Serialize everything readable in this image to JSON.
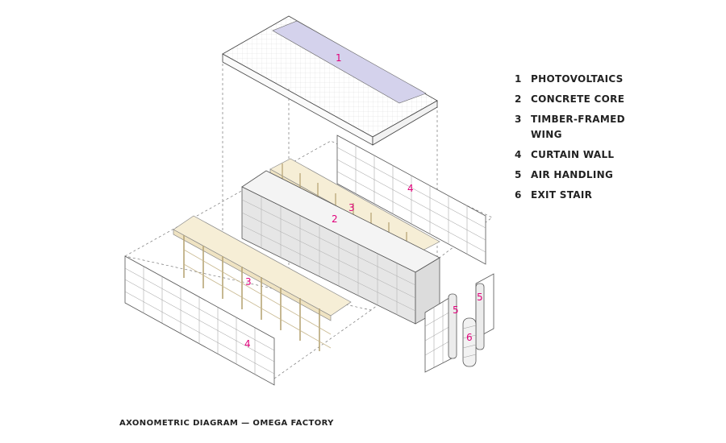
{
  "callouts": {
    "photovoltaics": "1",
    "concrete_core": "2",
    "timber_wing_rear": "3",
    "timber_wing_front": "3",
    "curtain_wall_rear": "4",
    "curtain_wall_front": "4",
    "air_handling_left": "5",
    "air_handling_right": "5",
    "exit_stair": "6"
  },
  "legend": {
    "items": [
      {
        "num": "1",
        "label": "PHOTOVOLTAICS"
      },
      {
        "num": "2",
        "label": "CONCRETE CORE"
      },
      {
        "num": "3",
        "label": "TIMBER-FRAMED WING"
      },
      {
        "num": "4",
        "label": "CURTAIN WALL"
      },
      {
        "num": "5",
        "label": "AIR HANDLING"
      },
      {
        "num": "6",
        "label": "EXIT STAIR"
      }
    ]
  },
  "caption": "AXONOMETRIC DIAGRAM — OMEGA FACTORY",
  "colors": {
    "callout": "#e0007a",
    "pv_panel": "#d4d2ec",
    "concrete": "#e6e6e6",
    "timber": "#f6eed6",
    "line": "#555555"
  }
}
